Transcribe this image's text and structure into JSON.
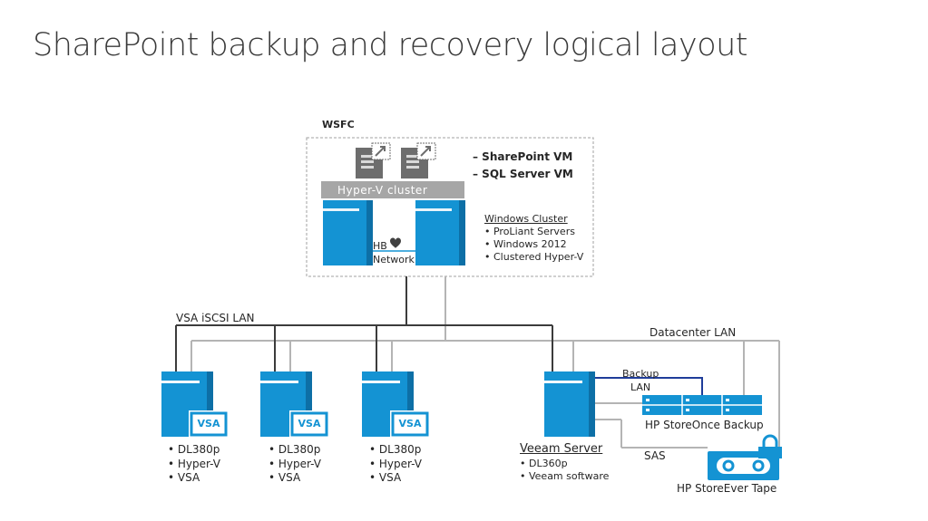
{
  "title": "SharePoint backup and recovery logical layout",
  "wsfc": {
    "label": "WSFC",
    "vm_labels": [
      "– SharePoint VM",
      "– SQL Server VM"
    ],
    "hyperv_cluster": "Hyper-V cluster",
    "hb_network": [
      "HB",
      "Network"
    ],
    "cluster_title": "Windows Cluster",
    "cluster_bullets": [
      "• ProLiant Servers",
      "• Windows 2012",
      "• Clustered Hyper-V"
    ]
  },
  "networks": {
    "vsa_iscsi_lan": "VSA  iSCSI  LAN",
    "datacenter_lan": "Datacenter LAN",
    "backup_lan": [
      "Backup",
      "LAN"
    ],
    "sas": "SAS"
  },
  "hosts": [
    {
      "badge": "VSA",
      "bullets": [
        "• DL380p",
        "• Hyper-V",
        "• VSA"
      ]
    },
    {
      "badge": "VSA",
      "bullets": [
        "• DL380p",
        "• Hyper-V",
        "• VSA"
      ]
    },
    {
      "badge": "VSA",
      "bullets": [
        "• DL380p",
        "• Hyper-V",
        "• VSA"
      ]
    }
  ],
  "veeam": {
    "title": "Veeam Server",
    "bullets": [
      "• DL360p",
      "• Veeam software"
    ]
  },
  "storeonce": {
    "label": "HP StoreOnce Backup"
  },
  "storeever": {
    "label": "HP StoreEver Tape"
  },
  "colors": {
    "server_blue": "#1493d3",
    "server_blue_light": "#2aa3e0",
    "backup_lan_line": "#1f3d9a",
    "gray_line": "#b4b4b4",
    "dark_line": "#3c3c3c",
    "cluster_band": "#a6a6a6"
  }
}
